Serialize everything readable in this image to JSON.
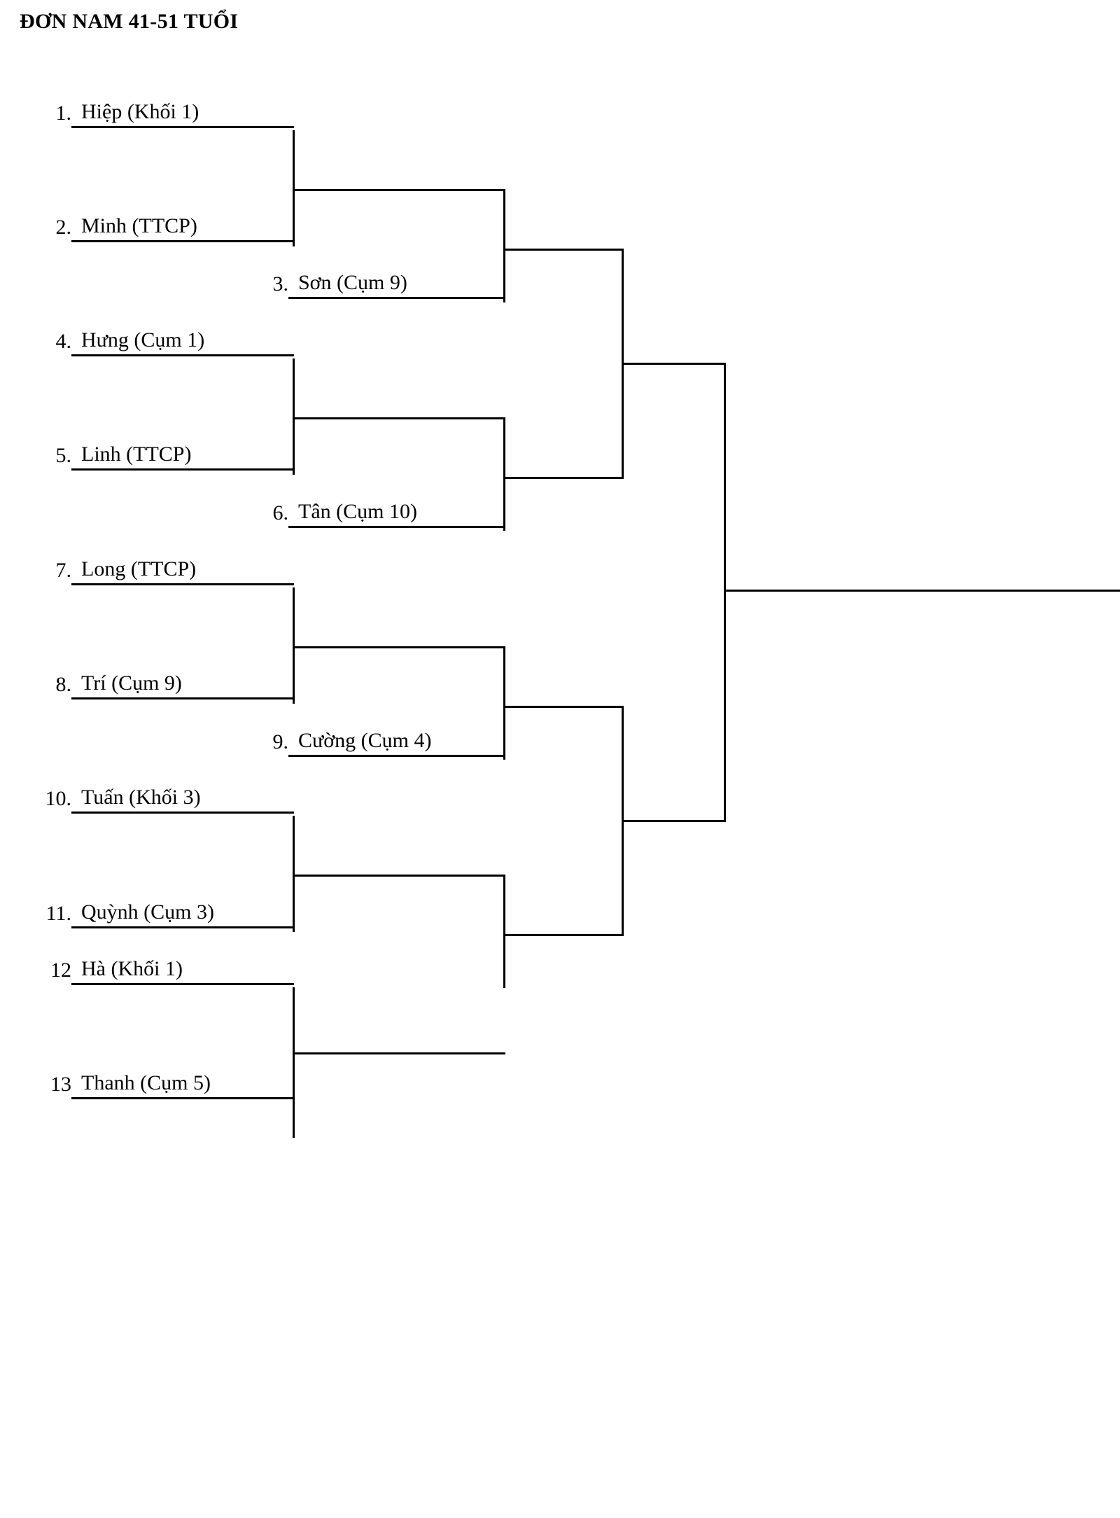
{
  "title": "ĐƠN NAM 41-51 TUỔI",
  "bracket": {
    "round1": [
      {
        "num": "1.",
        "name": "Hiệp (Khối 1)"
      },
      {
        "num": "2.",
        "name": "Minh (TTCP)"
      },
      {
        "num": "4.",
        "name": "Hưng (Cụm 1)"
      },
      {
        "num": "5.",
        "name": "Linh (TTCP)"
      },
      {
        "num": "7.",
        "name": "Long (TTCP)"
      },
      {
        "num": "8.",
        "name": "Trí (Cụm 9)"
      },
      {
        "num": "10.",
        "name": "Tuấn (Khối 3)"
      },
      {
        "num": "11.",
        "name": "Quỳnh (Cụm 3)"
      },
      {
        "num": "12",
        "name": "Hà (Khối 1)"
      },
      {
        "num": "13",
        "name": "Thanh (Cụm 5)"
      }
    ],
    "round2": [
      {
        "num": "3.",
        "name": "Sơn (Cụm 9)"
      },
      {
        "num": "6.",
        "name": "Tân (Cụm 10)"
      },
      {
        "num": "9.",
        "name": "Cường (Cụm 4)"
      }
    ]
  }
}
